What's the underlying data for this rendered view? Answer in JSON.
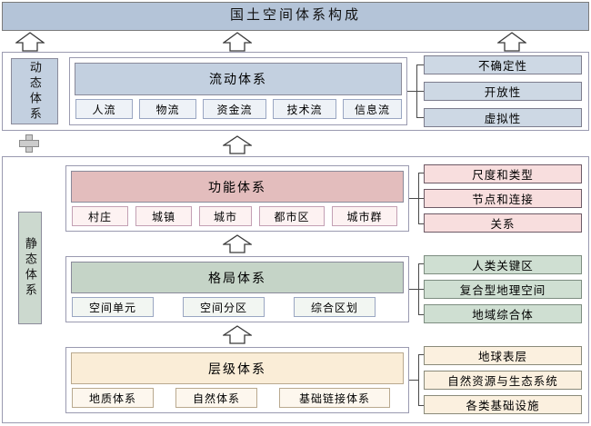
{
  "title": {
    "text": "国土空间体系构成"
  },
  "colors": {
    "title_bg": "#b4c4d8",
    "dynamic_accent": "#c3d0e0",
    "static_accent": "#ccd9cf",
    "functional_accent": "#e3bdbd",
    "pattern_accent": "#c5d4c7",
    "hierarchy_accent": "#faedd7",
    "line": "#4a4a4a"
  },
  "dynamic": {
    "side_label": "动态体系",
    "group": {
      "header": "流动体系",
      "chips": [
        "人流",
        "物流",
        "资金流",
        "技术流",
        "信息流"
      ]
    },
    "details": [
      "不确定性",
      "开放性",
      "虚拟性"
    ]
  },
  "operator": {
    "symbol": "plus-sign"
  },
  "static": {
    "side_label": "静态体系",
    "groups": [
      {
        "header": "功能体系",
        "chips": [
          "村庄",
          "城镇",
          "城市",
          "都市区",
          "城市群"
        ],
        "details": [
          "尺度和类型",
          "节点和连接",
          "关系"
        ]
      },
      {
        "header": "格局体系",
        "chips": [
          "空间单元",
          "空间分区",
          "综合区划"
        ],
        "details": [
          "人类关键区",
          "复合型地理空间",
          "地域综合体"
        ]
      },
      {
        "header": "层级体系",
        "chips": [
          "地质体系",
          "自然体系",
          "基础链接体系"
        ],
        "details": [
          "地球表层",
          "自然资源与生态系统",
          "各类基础设施"
        ]
      }
    ]
  },
  "arrows": {
    "to_title": [
      "up-arrow-left",
      "up-arrow-center",
      "up-arrow-right"
    ],
    "internal": [
      "up-arrow-static-to-dynamic",
      "up-arrow-pattern-to-functional",
      "up-arrow-hierarchy-to-pattern"
    ]
  }
}
